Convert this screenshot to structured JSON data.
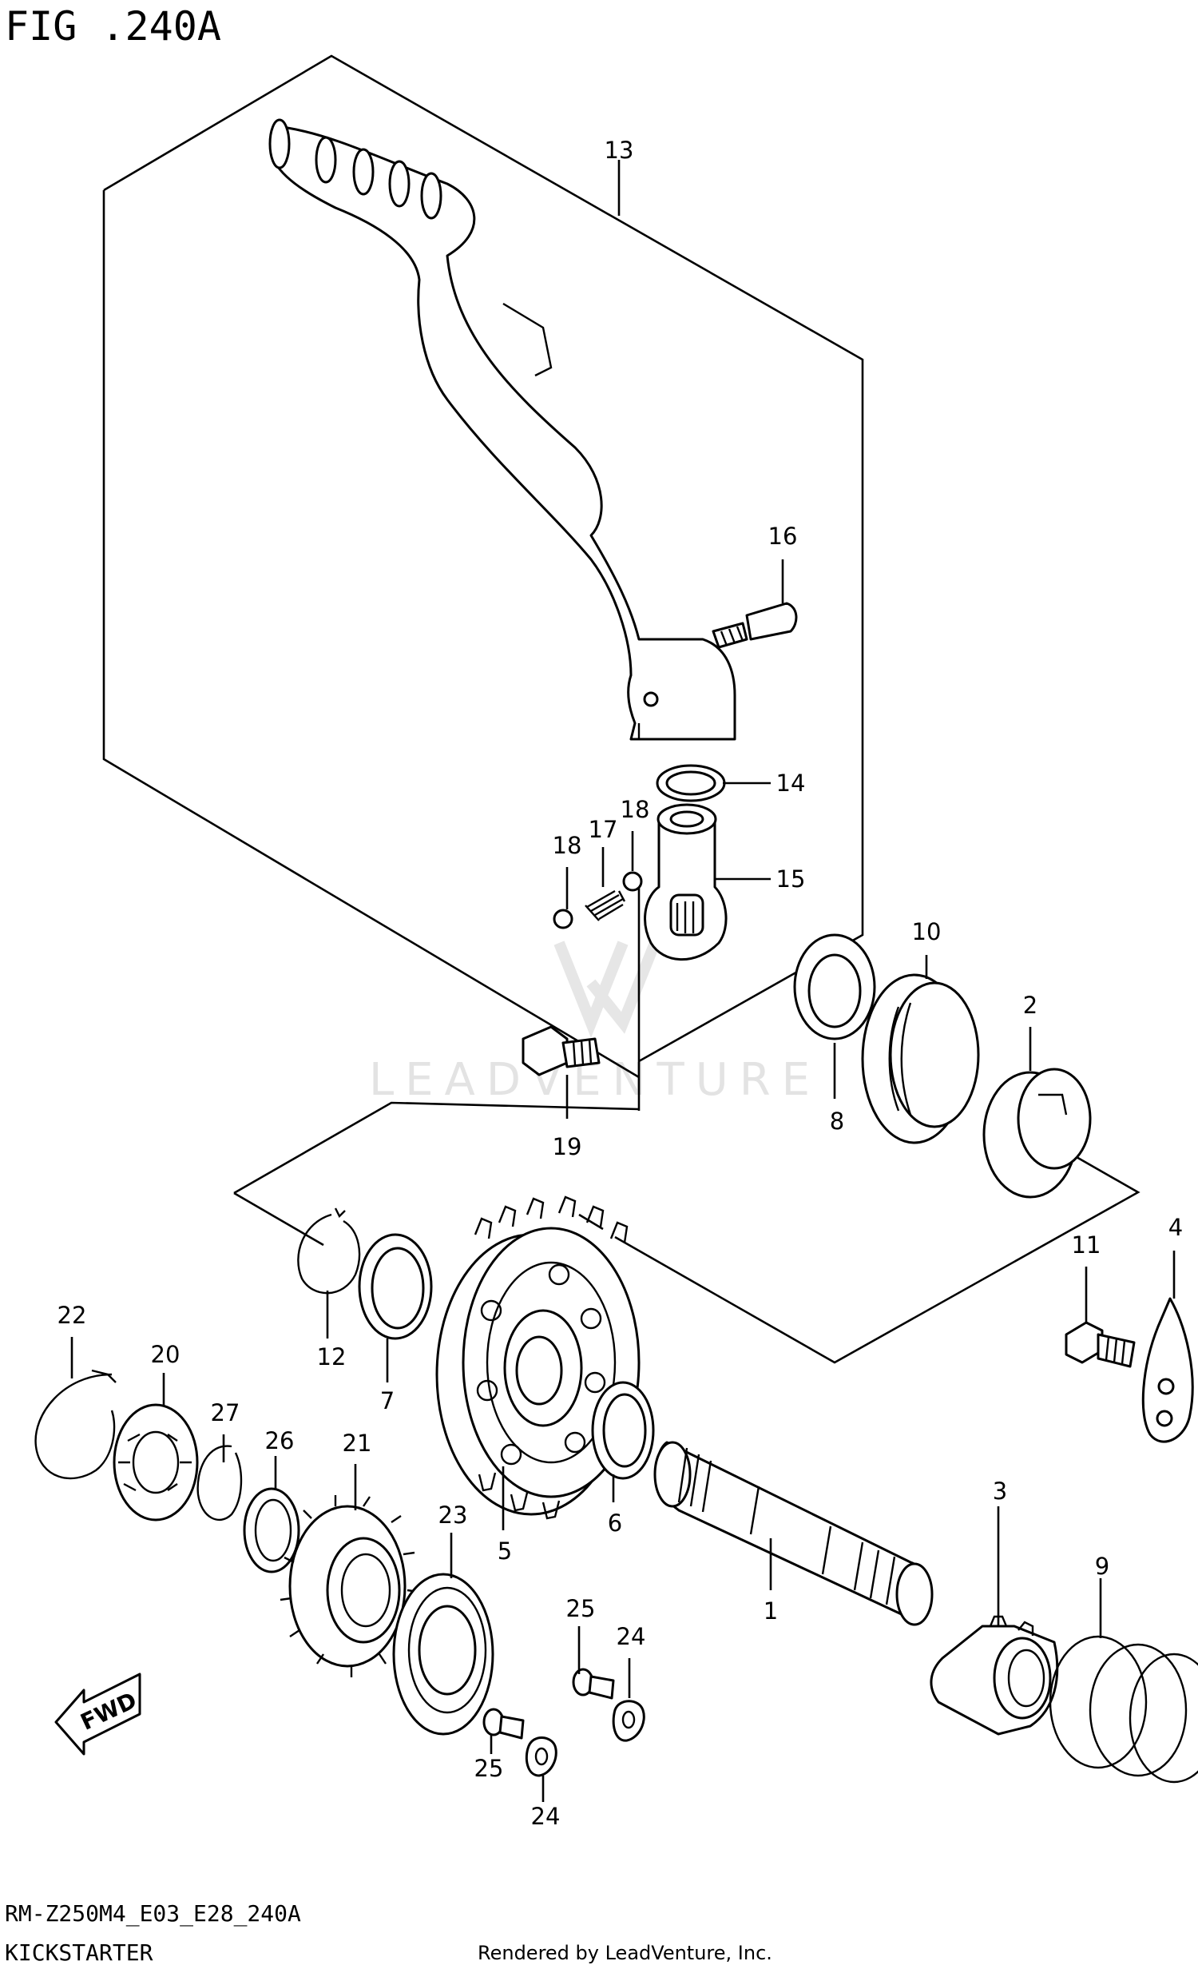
{
  "figure": {
    "title": "FIG .240A",
    "code": "RM-Z250M4_E03_E28_240A",
    "caption": "KICKSTARTER",
    "credit": "Rendered by LeadVenture, Inc.",
    "watermark": "LEADVENTURE"
  },
  "fwd_label": "FWD",
  "callouts": {
    "p1": "1",
    "p2": "2",
    "p3": "3",
    "p4": "4",
    "p5": "5",
    "p6": "6",
    "p7": "7",
    "p8": "8",
    "p9": "9",
    "p10": "10",
    "p11": "11",
    "p12": "12",
    "p13": "13",
    "p14": "14",
    "p15": "15",
    "p16": "16",
    "p17": "17",
    "p18a": "18",
    "p18b": "18",
    "p19": "19",
    "p20": "20",
    "p21": "21",
    "p22": "22",
    "p23": "23",
    "p24a": "24",
    "p24b": "24",
    "p25a": "25",
    "p25b": "25",
    "p26": "26",
    "p27": "27"
  },
  "colors": {
    "ink": "#000000",
    "paper": "#ffffff",
    "watermark": "#e3e3e3"
  }
}
